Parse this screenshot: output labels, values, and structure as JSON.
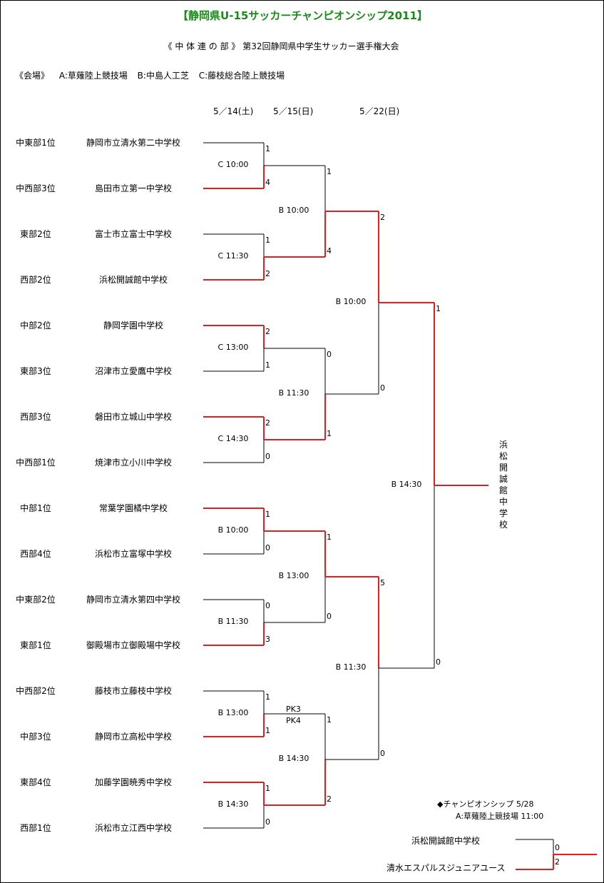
{
  "title": "【静岡県U-15サッカーチャンピオンシップ2011】",
  "subtitle": "《 中 体 連 の 部 》 第32回静岡県中学生サッカー選手権大会",
  "venues": "《会場》 A:草薙陸上競技場 B:中島人工芝 C:藤枝総合陸上競技場",
  "dates": [
    "5／14(土)",
    "5／15(日)",
    "5／22(日)"
  ],
  "colors": {
    "title": "#1a8a1a",
    "winner_line": "#e02020",
    "line": "#000000"
  },
  "teams": [
    {
      "region": "中東部1位",
      "name": "静岡市立清水第二中学校"
    },
    {
      "region": "中西部3位",
      "name": "島田市立第一中学校"
    },
    {
      "region": "東部2位",
      "name": "富士市立富士中学校"
    },
    {
      "region": "西部2位",
      "name": "浜松開誠館中学校"
    },
    {
      "region": "中部2位",
      "name": "静岡学園中学校"
    },
    {
      "region": "東部3位",
      "name": "沼津市立愛鷹中学校"
    },
    {
      "region": "西部3位",
      "name": "磐田市立城山中学校"
    },
    {
      "region": "中西部1位",
      "name": "焼津市立小川中学校"
    },
    {
      "region": "中部1位",
      "name": "常葉学園橘中学校"
    },
    {
      "region": "西部4位",
      "name": "浜松市立富塚中学校"
    },
    {
      "region": "中東部2位",
      "name": "静岡市立清水第四中学校"
    },
    {
      "region": "東部1位",
      "name": "御殿場市立御殿場中学校"
    },
    {
      "region": "中西部2位",
      "name": "藤枝市立藤枝中学校"
    },
    {
      "region": "中部3位",
      "name": "静岡市立高松中学校"
    },
    {
      "region": "東部4位",
      "name": "加藤学園暁秀中学校"
    },
    {
      "region": "西部1位",
      "name": "浜松市立江西中学校"
    }
  ],
  "round1": [
    {
      "time": "C 10:00",
      "scores": [
        "1",
        "4"
      ],
      "winner": 1
    },
    {
      "time": "C 11:30",
      "scores": [
        "1",
        "2"
      ],
      "winner": 1
    },
    {
      "time": "C 13:00",
      "scores": [
        "2",
        "1"
      ],
      "winner": 0
    },
    {
      "time": "C 14:30",
      "scores": [
        "2",
        "0"
      ],
      "winner": 0
    },
    {
      "time": "B 10:00",
      "scores": [
        "1",
        "0"
      ],
      "winner": 0
    },
    {
      "time": "B 11:30",
      "scores": [
        "0",
        "3"
      ],
      "winner": 1
    },
    {
      "time": "B 13:00",
      "scores": [
        "1",
        "1"
      ],
      "winner": 1,
      "pk": [
        "PK3",
        "PK4"
      ]
    },
    {
      "time": "B 14:30",
      "scores": [
        "1",
        "0"
      ],
      "winner": 0
    }
  ],
  "round2": [
    {
      "time": "B 10:00",
      "scores": [
        "1",
        "4"
      ],
      "winner": 1
    },
    {
      "time": "B 11:30",
      "scores": [
        "0",
        "1"
      ],
      "winner": 1
    },
    {
      "time": "B 13:00",
      "scores": [
        "1",
        "0"
      ],
      "winner": 0
    },
    {
      "time": "B 14:30",
      "scores": [
        "1",
        "2"
      ],
      "winner": 1
    }
  ],
  "round3": [
    {
      "time": "B 10:00",
      "scores": [
        "2",
        "0"
      ],
      "winner": 0
    },
    {
      "time": "B 11:30",
      "scores": [
        "5",
        "0"
      ],
      "winner": 0
    }
  ],
  "final": {
    "time": "B 14:30",
    "scores": [
      "1",
      "0"
    ],
    "winner": 0
  },
  "champion": [
    "浜",
    "松",
    "開",
    "誠",
    "館",
    "中",
    "学",
    "校"
  ],
  "championship": {
    "heading": "◆チャンピオンシップ 5/28",
    "venue": "A:草薙陸上競技場 11:00",
    "team1": "浜松開誠館中学校",
    "team2": "清水エスパルスジュニアユース",
    "scores": [
      "0",
      "2"
    ],
    "winner": 1
  }
}
